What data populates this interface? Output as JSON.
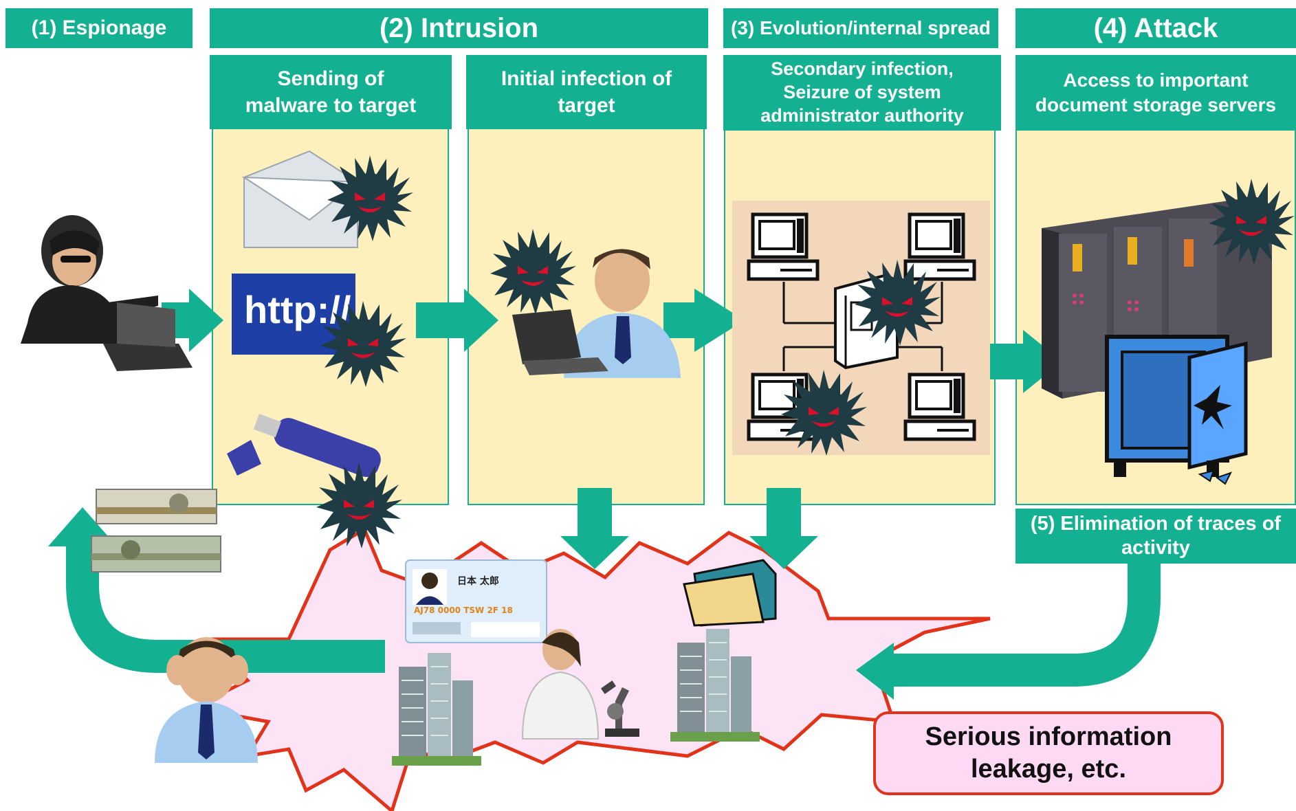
{
  "stages": {
    "espionage": "(1) Espionage",
    "intrusion": "(2) Intrusion",
    "evolution": "(3) Evolution/internal spread",
    "attack": "(4) Attack",
    "elimination_line1": "(5) Elimination of traces of",
    "elimination_line2": "activity"
  },
  "steps": {
    "sending_line1": "Sending of",
    "sending_line2": "malware to target",
    "initial_line1": "Initial infection of",
    "initial_line2": "target",
    "secondary_line1": "Secondary infection,",
    "secondary_line2": "Seizure of system",
    "secondary_line3": "administrator authority",
    "access_line1": "Access to important",
    "access_line2": "document storage servers"
  },
  "url_text": "http://",
  "id_card": {
    "name": "日本 太郎",
    "number": "AJ78 0000 TSW 2F 18"
  },
  "result": {
    "line1": "Serious information",
    "line2": "leakage, etc."
  },
  "colors": {
    "accent": "#13b191",
    "panel": "#fdf0bd",
    "burst_fill": "#fde3f6",
    "burst_stroke": "#e0331a",
    "malware": "#1f3b44",
    "malware_face": "#d8102a"
  },
  "icons": [
    "hacker-icon",
    "envelope-icon",
    "usb-drive-icon",
    "malware-icon",
    "office-worker-icon",
    "laptop-icon",
    "desktop-computer-icon",
    "server-icon",
    "server-rack-icon",
    "safe-icon",
    "money-icon",
    "folder-icon",
    "id-card-icon",
    "building-icon",
    "researcher-icon",
    "microscope-icon",
    "distressed-man-icon"
  ]
}
